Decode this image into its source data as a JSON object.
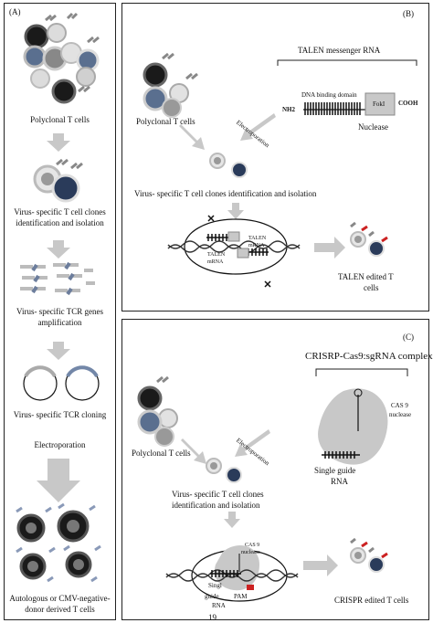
{
  "panel_a": {
    "tag": "(A)",
    "step1": "Polyclonal T cells",
    "step2_line1": "Virus- specific T cell clones",
    "step2_line2": "identification  and  isolation",
    "step3_line1": "Virus- specific TCR genes",
    "step3_line2": "amplification",
    "step4": "Virus- specific TCR cloning",
    "step5": "Electroporation",
    "step6_line1": "Autologous or CMV-negative-",
    "step6_line2": "donor derived T cells"
  },
  "panel_b": {
    "tag": "(B)",
    "talen_title": "TALEN messenger RNA",
    "dna_binding": "DNA binding domain",
    "nh2": "NH2",
    "fokl": "FokI",
    "cooh": "COOH",
    "nuclease": "Nuclease",
    "polyclonal": "Polyclonal T cells",
    "electroporation": "Electroporation",
    "clones": "Virus-  specific T cell clones identification and  isolation",
    "talen_mrna_1": "TALEN",
    "talen_mrna_1b": "mRNA",
    "talen_mrna_2": "TALEN",
    "talen_mrna_2b": "mRNA",
    "edited_line1": "TALEN edited T",
    "edited_line2": "cells"
  },
  "panel_c": {
    "tag": "(C)",
    "complex_title": "CRISRP-Cas9:sgRNA complex",
    "cas9_line1": "CAS 9",
    "cas9_line2": "nuclease",
    "guide_line1": "Single guide",
    "guide_line2": "RNA",
    "polyclonal": "Polyclonal T cells",
    "electroporation": "Electroporation",
    "clones_line1": "Virus- specific T cell clones",
    "clones_line2": "identification  and  isolation",
    "small_cas9_line1": "CAS 9",
    "small_cas9_line2": "nuclease",
    "singl": "Singl",
    "guide": "guide",
    "pam": "PAM",
    "rna": "RNA",
    "edited": "CRISPR edited T cells"
  },
  "page_number": "19",
  "colors": {
    "cell_dark": "#1a1a1a",
    "cell_blue": "#5a6f8f",
    "cell_gray": "#9a9a9a",
    "cell_light": "#d4d4d4",
    "arrow": "#c8c8c8",
    "cas9_gray": "#bdbdbd",
    "red_mark": "#cc2222"
  }
}
